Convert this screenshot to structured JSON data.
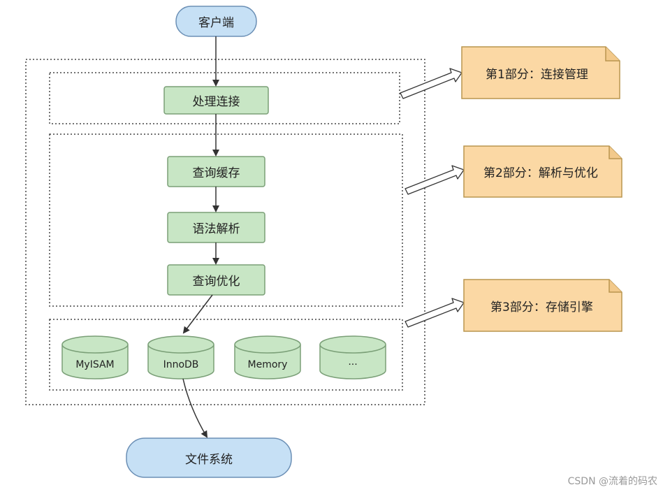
{
  "nodes": {
    "client": "客户端",
    "connection": "处理连接",
    "cache": "查询缓存",
    "parse": "语法解析",
    "optimize": "查询优化",
    "filesystem": "文件系统"
  },
  "engines": [
    "MyISAM",
    "InnoDB",
    "Memory",
    "..."
  ],
  "notes": [
    "第1部分：连接管理",
    "第2部分：解析与优化",
    "第3部分：存储引擎"
  ],
  "watermark": "CSDN @流着的码农",
  "colors": {
    "terminal_fill": "#c6e0f5",
    "terminal_stroke": "#6b8fb5",
    "process_fill": "#c8e6c5",
    "process_stroke": "#7a9f77",
    "note_fill": "#fbd8a4",
    "note_stroke": "#b9954f"
  }
}
